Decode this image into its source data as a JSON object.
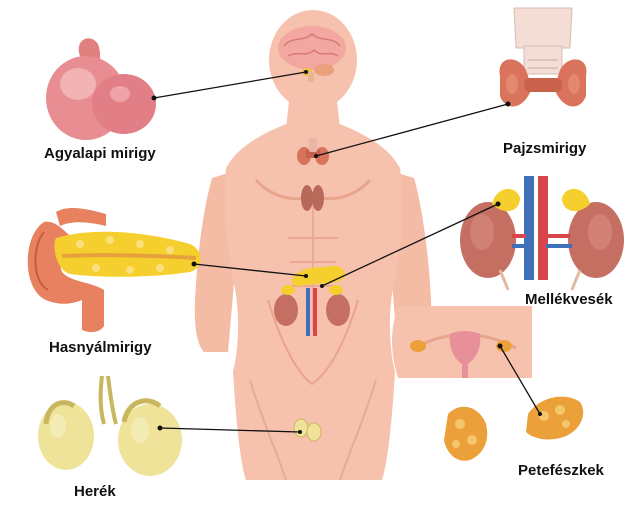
{
  "labels": {
    "pituitary": "Agyalapi mirigy",
    "thyroid": "Pajzsmirigy",
    "adrenal": "Mellékvesék",
    "pancreas": "Hasnyálmirigy",
    "ovaries": "Petefészkek",
    "testes": "Herék"
  },
  "colors": {
    "skin": "#f6c2ad",
    "skin_shadow": "#e9a48c",
    "leader_line": "#111111",
    "gland_pink": "#e68a93",
    "thyroid_red": "#d9735b",
    "pancreas_yellow": "#f5cf2e",
    "kidney": "#c46f62",
    "ovary_orange": "#eca03a",
    "testis": "#efe39a"
  },
  "icons": [
    "pituitary-illustration",
    "thyroid-illustration",
    "pancreas-illustration",
    "adrenal-kidneys-illustration",
    "uterus-ovaries-illustration",
    "testes-illustration",
    "human-torso-silhouette"
  ]
}
